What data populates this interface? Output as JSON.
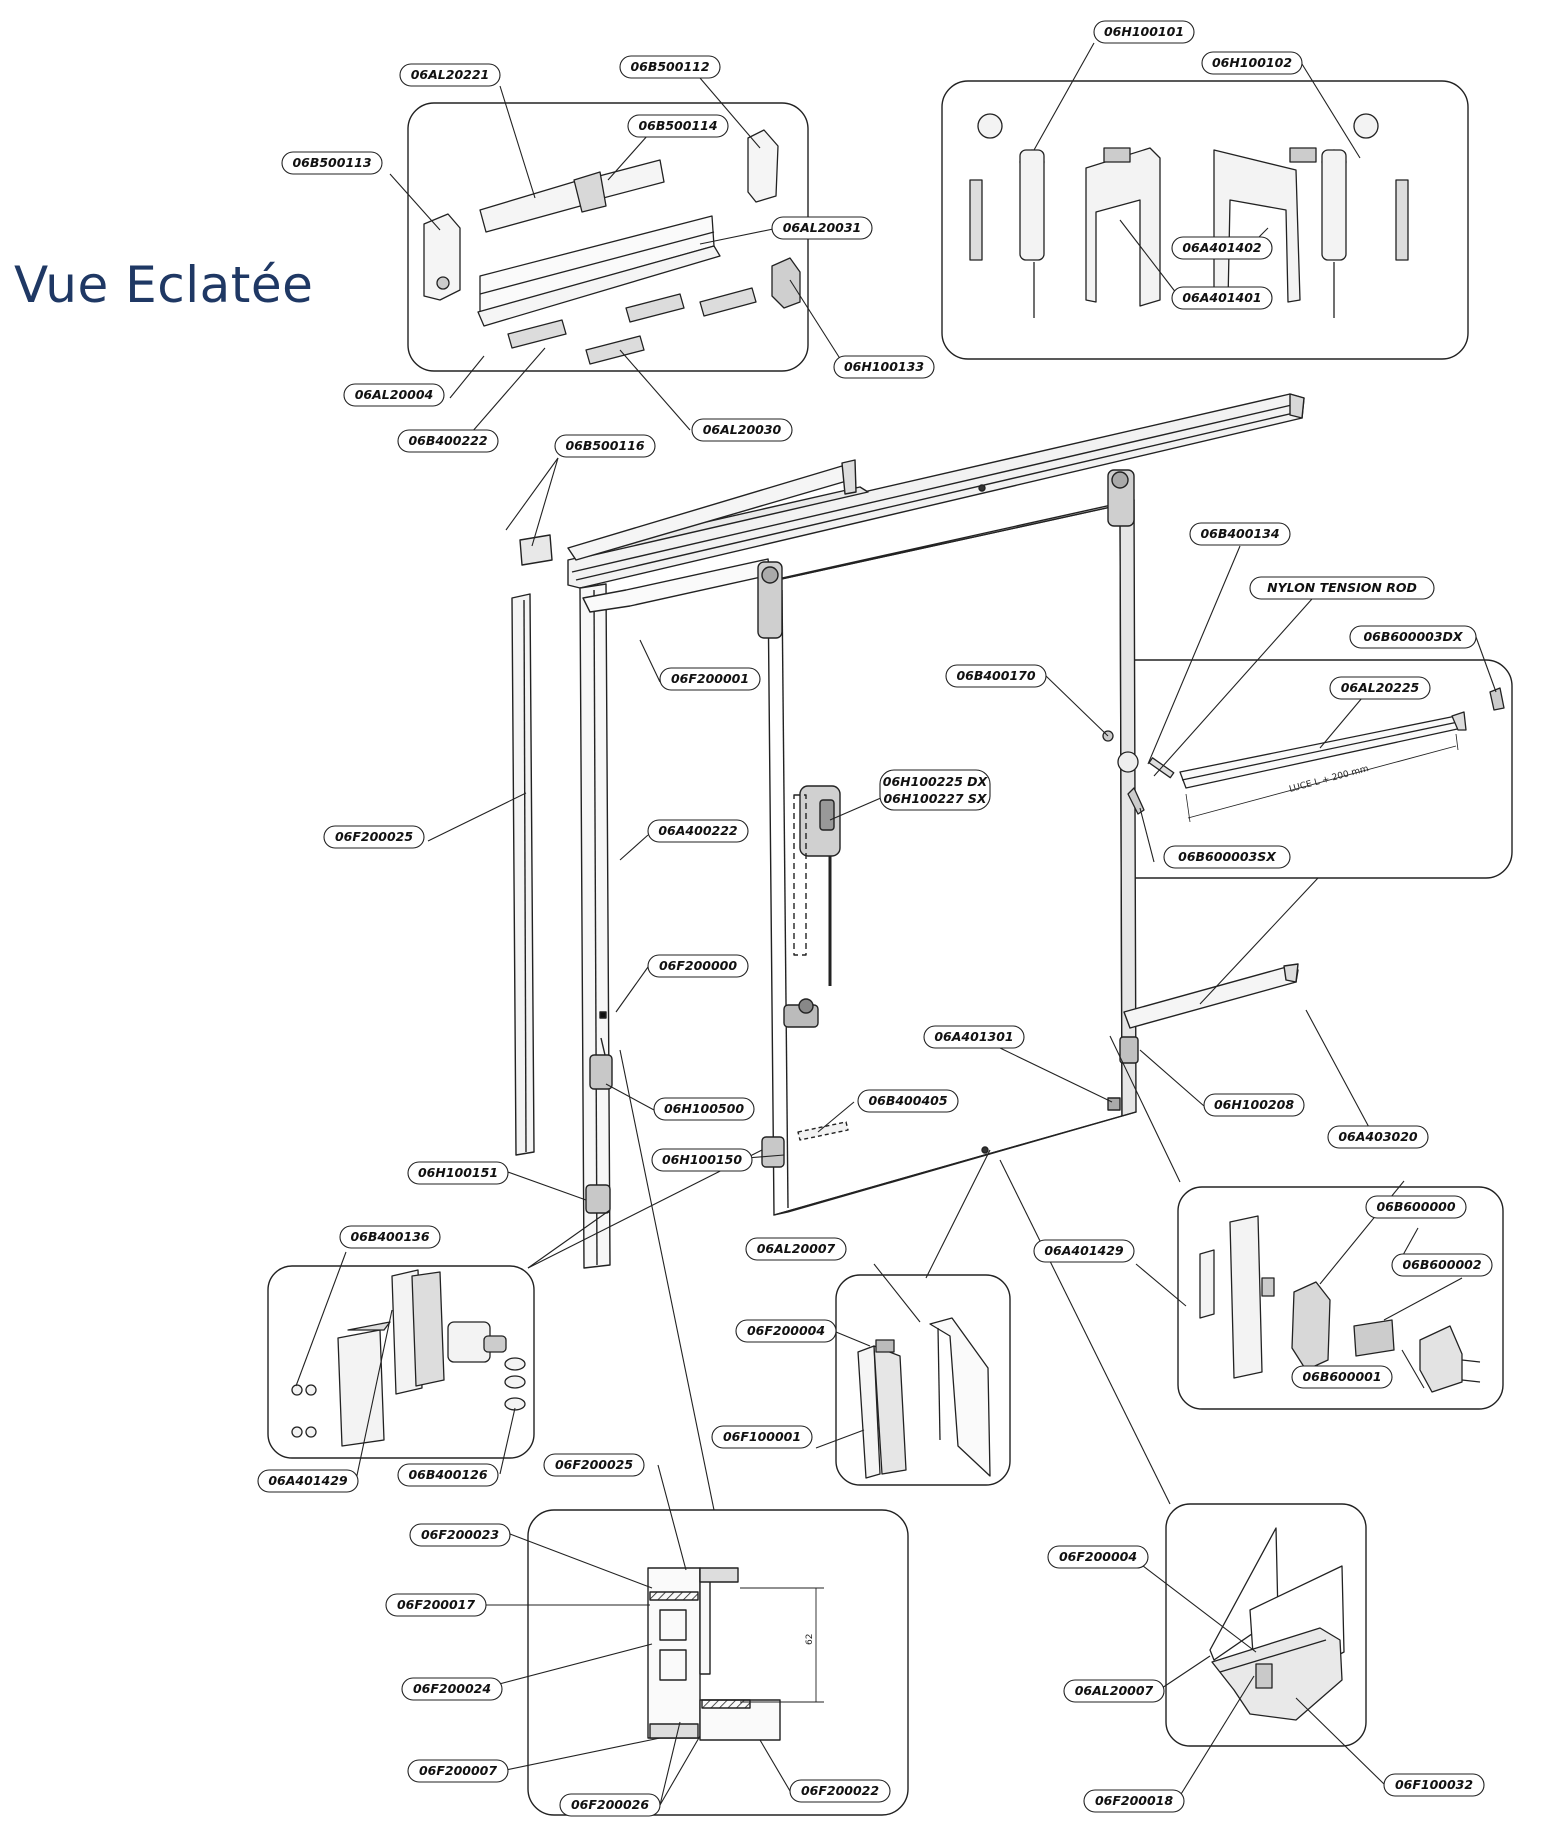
{
  "title": "Vue Eclatée",
  "labels": {
    "l01": "06H100101",
    "l02": "06H100102",
    "l03": "06AL20221",
    "l04": "06B500112",
    "l05": "06B500114",
    "l06": "06B500113",
    "l07": "06AL20031",
    "l08": "06A401402",
    "l09": "06A401401",
    "l10": "06H100133",
    "l11": "06AL20004",
    "l12": "06AL20030",
    "l13": "06B400222",
    "l14": "06B500116",
    "l15": "06B400134",
    "l16": "NYLON TENSION ROD",
    "l17": "06B600003DX",
    "l18": "06F200001",
    "l19": "06B400170",
    "l20": "06AL20225",
    "l21a": "06H100225 DX",
    "l21b": "06H100227 SX",
    "l22": "06F200025",
    "l23": "06A400222",
    "l24": "06B600003SX",
    "l25": "06F200000",
    "l26": "06A401301",
    "l27": "06H100500",
    "l28": "06B400405",
    "l29": "06H100208",
    "l30": "06H100150",
    "l31": "06H100151",
    "l32": "06A403020",
    "l33": "06B600000",
    "l34": "06AL20007",
    "l35": "06B400136",
    "l36": "06A401429",
    "l37": "06B600002",
    "l38": "06F200004",
    "l39": "06F100001",
    "l40": "06B600001",
    "l41": "06A401429",
    "l42": "06B400126",
    "l43": "06F200025",
    "l44": "06F200023",
    "l45": "06F200004",
    "l46": "06F200017",
    "l47": "06F200024",
    "l48": "06AL20007",
    "l49": "06F200007",
    "l50": "06F200022",
    "l51": "06F200026",
    "l52": "06F200018",
    "l53": "06F100032"
  },
  "dims": {
    "luce": "LUCE L + 200 mm",
    "h_dim": "62"
  }
}
